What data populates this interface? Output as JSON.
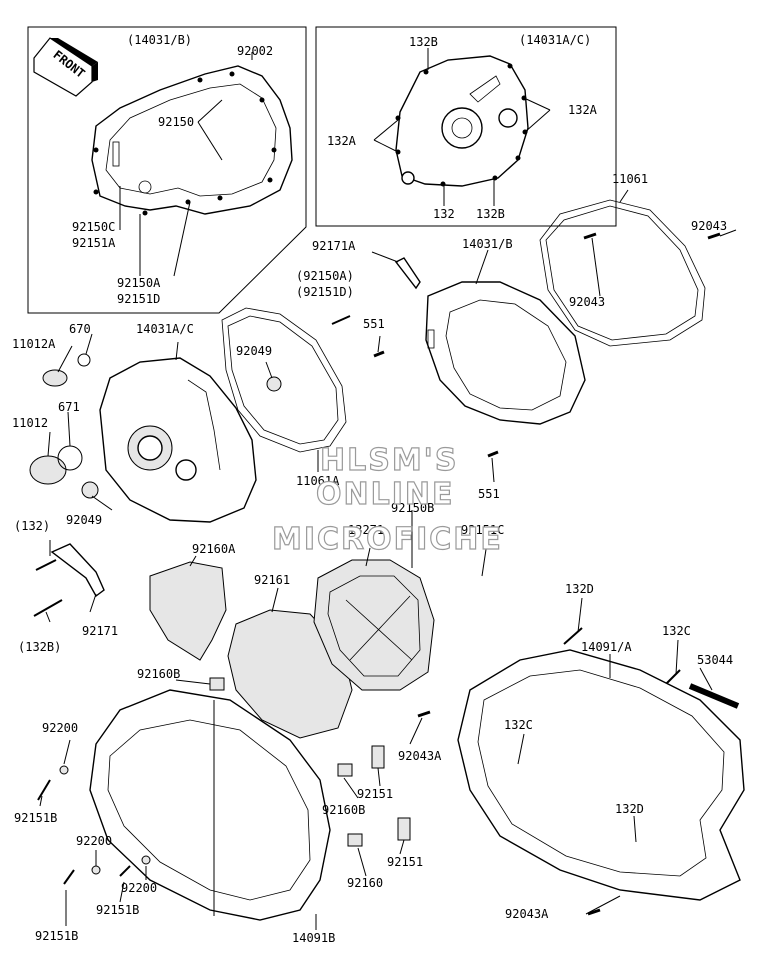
{
  "front_label": "FRONT",
  "watermark": [
    "HLSM'S",
    "ONLINE",
    "MICROFICHE"
  ],
  "labels": {
    "l_14031b_inset": "(14031/B)",
    "l_92002": "92002",
    "l_92150_inset": "92150",
    "l_92150c": "92150C",
    "l_92151a": "92151A",
    "l_92150a_inset": "92150A",
    "l_92151d_inset": "92151D",
    "l_14031ac_inset": "(14031A/C)",
    "l_132b_top": "132B",
    "l_132a_right": "132A",
    "l_132a_left": "132A",
    "l_132_inset": "132",
    "l_132b_inset": "132B",
    "l_11061": "11061",
    "l_92043_right": "92043",
    "l_92043_mid": "92043",
    "l_92171a": "92171A",
    "l_14031b": "14031/B",
    "l_92150a_paren": "(92150A)",
    "l_92151d_paren": "(92151D)",
    "l_551_top": "551",
    "l_670": "670",
    "l_14031ac": "14031A/C",
    "l_11012a": "11012A",
    "l_92049_top": "92049",
    "l_671": "671",
    "l_11012": "11012",
    "l_11061a": "11061A",
    "l_551_bot": "551",
    "l_92049_bot": "92049",
    "l_92150b": "92150B",
    "l_13271": "13271",
    "l_92151c": "92151C",
    "l_132_paren": "(132)",
    "l_92160a": "92160A",
    "l_92161": "92161",
    "l_92171": "92171",
    "l_132b_paren": "(132B)",
    "l_132d_top": "132D",
    "l_132c_top": "132C",
    "l_14091a": "14091/A",
    "l_53044": "53044",
    "l_92160b_top": "92160B",
    "l_92200_top": "92200",
    "l_132c_mid": "132C",
    "l_92043a_mid": "92043A",
    "l_92151b_top": "92151B",
    "l_92160b_mid": "92160B",
    "l_92151_mid": "92151",
    "l_132d_mid": "132D",
    "l_92200_mid": "92200",
    "l_92151_bot": "92151",
    "l_92160": "92160",
    "l_92200_bot": "92200",
    "l_92151b_mid": "92151B",
    "l_92043a_bot": "92043A",
    "l_92151b_bot": "92151B",
    "l_14091b": "14091B"
  }
}
